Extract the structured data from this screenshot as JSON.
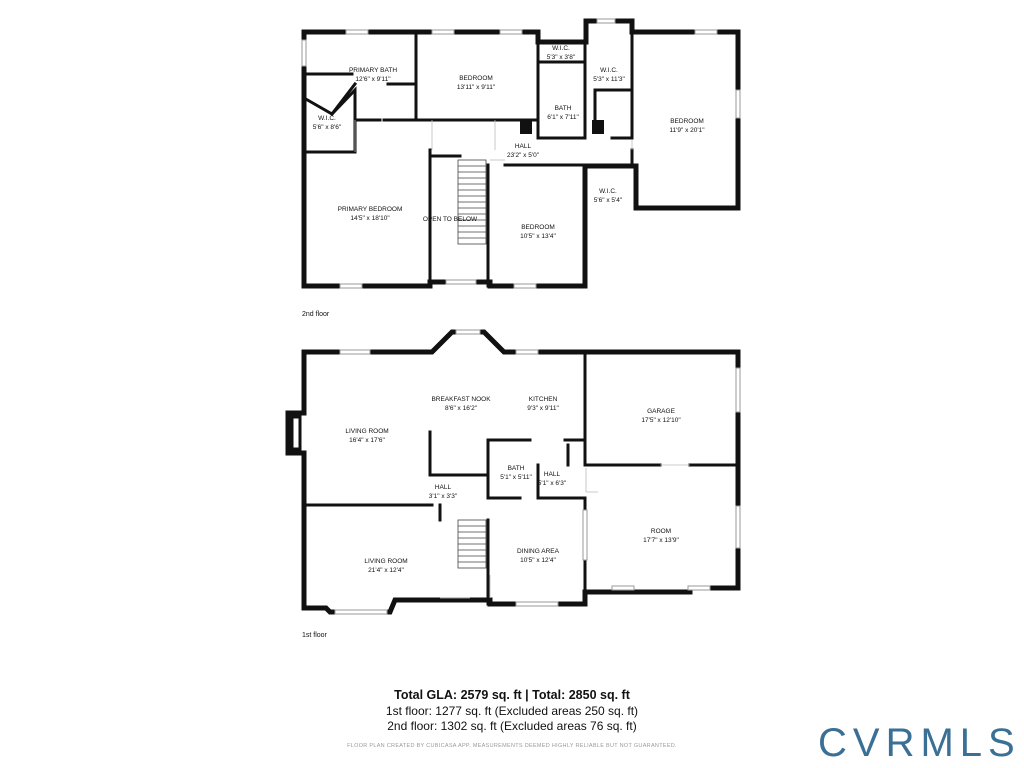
{
  "floor2": {
    "label": "2nd floor",
    "rooms": [
      {
        "id": "primary-bath",
        "name": "PRIMARY BATH",
        "dim": "12'6\" x 9'11\""
      },
      {
        "id": "bedroom-a",
        "name": "BEDROOM",
        "dim": "13'11\" x 9'11\""
      },
      {
        "id": "wic-a",
        "name": "W.I.C.",
        "dim": "5'3\" x 3'8\""
      },
      {
        "id": "wic-b",
        "name": "W.I.C.",
        "dim": "5'3\" x 11'3\""
      },
      {
        "id": "bedroom-b",
        "name": "BEDROOM",
        "dim": "11'9\" x 20'1\""
      },
      {
        "id": "wic-primary",
        "name": "W.I.C.",
        "dim": "5'6\" x 8'6\""
      },
      {
        "id": "bath-2",
        "name": "BATH",
        "dim": "6'1\" x 7'11\""
      },
      {
        "id": "hall-2",
        "name": "HALL",
        "dim": "23'2\" x 5'0\""
      },
      {
        "id": "wic-c",
        "name": "W.I.C.",
        "dim": "5'6\" x 5'4\""
      },
      {
        "id": "primary-bedroom",
        "name": "PRIMARY BEDROOM",
        "dim": "14'5\" x 18'10\""
      },
      {
        "id": "open-to-below",
        "name": "OPEN TO BELOW",
        "dim": ""
      },
      {
        "id": "bedroom-c",
        "name": "BEDROOM",
        "dim": "10'5\" x 13'4\""
      }
    ]
  },
  "floor1": {
    "label": "1st floor",
    "rooms": [
      {
        "id": "breakfast-nook",
        "name": "BREAKFAST NOOK",
        "dim": "8'6\" x 16'2\""
      },
      {
        "id": "kitchen",
        "name": "KITCHEN",
        "dim": "9'3\" x 9'11\""
      },
      {
        "id": "garage",
        "name": "GARAGE",
        "dim": "17'5\" x 12'10\""
      },
      {
        "id": "living-room-a",
        "name": "LIVING ROOM",
        "dim": "16'4\" x 17'6\""
      },
      {
        "id": "bath-1",
        "name": "BATH",
        "dim": "5'1\" x 5'11\""
      },
      {
        "id": "hall-1b",
        "name": "HALL",
        "dim": "5'1\" x 6'3\""
      },
      {
        "id": "hall-1a",
        "name": "HALL",
        "dim": "3'1\" x 3'3\""
      },
      {
        "id": "room",
        "name": "ROOM",
        "dim": "17'7\" x 13'9\""
      },
      {
        "id": "living-room-b",
        "name": "LIVING ROOM",
        "dim": "21'4\" x 12'4\""
      },
      {
        "id": "dining-area",
        "name": "DINING AREA",
        "dim": "10'5\" x 12'4\""
      }
    ]
  },
  "summary": {
    "total": "Total GLA: 2579 sq. ft | Total: 2850 sq. ft",
    "first_floor": "1st floor: 1277 sq. ft (Excluded areas 250 sq. ft)",
    "second_floor": "2nd floor: 1302 sq. ft (Excluded areas 76 sq. ft)",
    "disclaimer": "FLOOR PLAN CREATED BY CUBICASA APP. MEASUREMENTS DEEMED HIGHLY RELIABLE BUT NOT GUARANTEED."
  },
  "logo": {
    "text": "CVRMLS",
    "color": "#3a6f96"
  },
  "colors": {
    "wall": "#111111",
    "window": "#999999"
  }
}
